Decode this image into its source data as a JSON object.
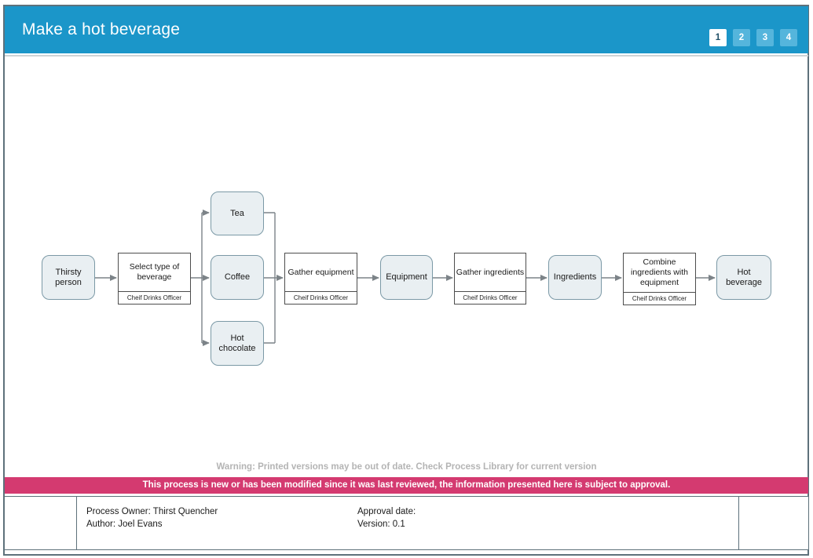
{
  "header": {
    "title": "Make a hot beverage",
    "pages": [
      "1",
      "2",
      "3",
      "4"
    ],
    "active_page": "1"
  },
  "diagram": {
    "nodes": [
      {
        "label": "Thirsty person",
        "type": "rounded"
      },
      {
        "label": "Select type of beverage",
        "role": "Cheif Drinks Officer",
        "type": "process"
      },
      {
        "label": "Tea",
        "type": "rounded"
      },
      {
        "label": "Coffee",
        "type": "rounded"
      },
      {
        "label": "Hot chocolate",
        "type": "rounded"
      },
      {
        "label": "Gather equipment",
        "role": "Cheif Drinks Officer",
        "type": "process"
      },
      {
        "label": "Equipment",
        "type": "rounded"
      },
      {
        "label": "Gather ingredients",
        "role": "Cheif Drinks Officer",
        "type": "process"
      },
      {
        "label": "Ingredients",
        "type": "rounded"
      },
      {
        "label": "Combine ingredients with equipment",
        "role": "Cheif Drinks Officer",
        "type": "process"
      },
      {
        "label": "Hot beverage",
        "type": "rounded"
      }
    ]
  },
  "warning": "Warning: Printed versions may be out of date. Check Process Library for current version",
  "approval_banner": "This process is new or has been modified since it was last reviewed, the information presented here is subject to approval.",
  "footer": {
    "process_owner": "Process Owner: Thirst Quencher",
    "author": "Author: Joel Evans",
    "approval_date": "Approval date:",
    "version": "Version: 0.1"
  },
  "colors": {
    "header_blue": "#1B96C9",
    "pager_inactive_blue": "#55B5DC",
    "pager_active_text": "#1F4E66",
    "banner_pink": "#D43A70",
    "node_fill": "#E9EFF2",
    "node_border": "#7B99A6",
    "connector_gray": "#7C8388",
    "warning_gray": "#B4B4B4",
    "frame_gray": "#5E717B"
  }
}
